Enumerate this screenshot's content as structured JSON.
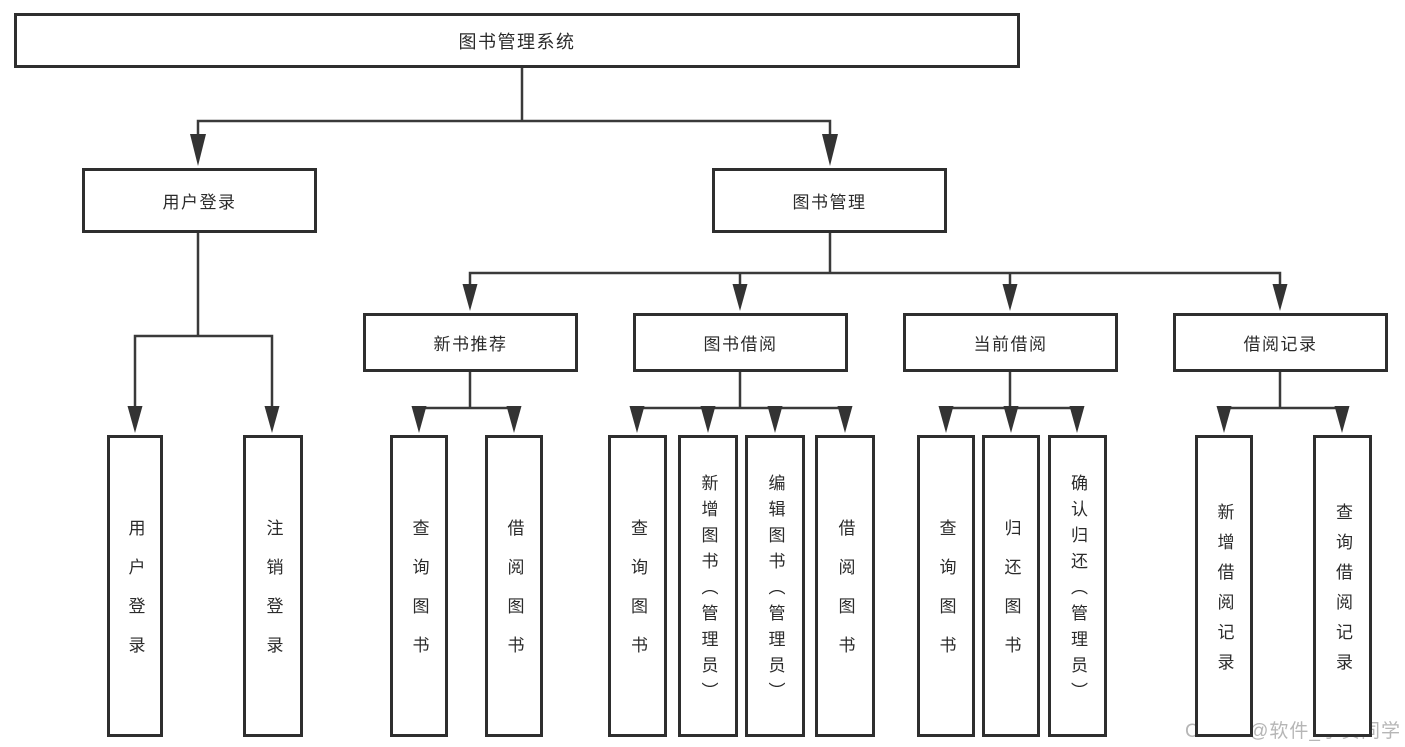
{
  "diagram_title": "图书管理系统",
  "tree": {
    "root": {
      "label": "图书管理系统",
      "children": [
        {
          "label": "用户登录",
          "children": [
            {
              "label": "用户登录"
            },
            {
              "label": "注销登录"
            }
          ]
        },
        {
          "label": "图书管理",
          "children": [
            {
              "label": "新书推荐",
              "children": [
                {
                  "label": "查询图书"
                },
                {
                  "label": "借阅图书"
                }
              ]
            },
            {
              "label": "图书借阅",
              "children": [
                {
                  "label": "查询图书"
                },
                {
                  "label": "新增图书（管理员）"
                },
                {
                  "label": "编辑图书（管理员）"
                },
                {
                  "label": "借阅图书"
                }
              ]
            },
            {
              "label": "当前借阅",
              "children": [
                {
                  "label": "查询图书"
                },
                {
                  "label": "归还图书"
                },
                {
                  "label": "确认归还（管理员）"
                }
              ]
            },
            {
              "label": "借阅记录",
              "children": [
                {
                  "label": "新增借阅记录"
                },
                {
                  "label": "查询借阅记录"
                }
              ]
            }
          ]
        }
      ]
    }
  },
  "watermark": "CSDN @软件_小贺同学",
  "colors": {
    "line": "#3a3a3a",
    "box_border": "#2e2e2e",
    "text": "#2b2b2b",
    "watermark": "#b6b6b6",
    "background": "#ffffff"
  }
}
